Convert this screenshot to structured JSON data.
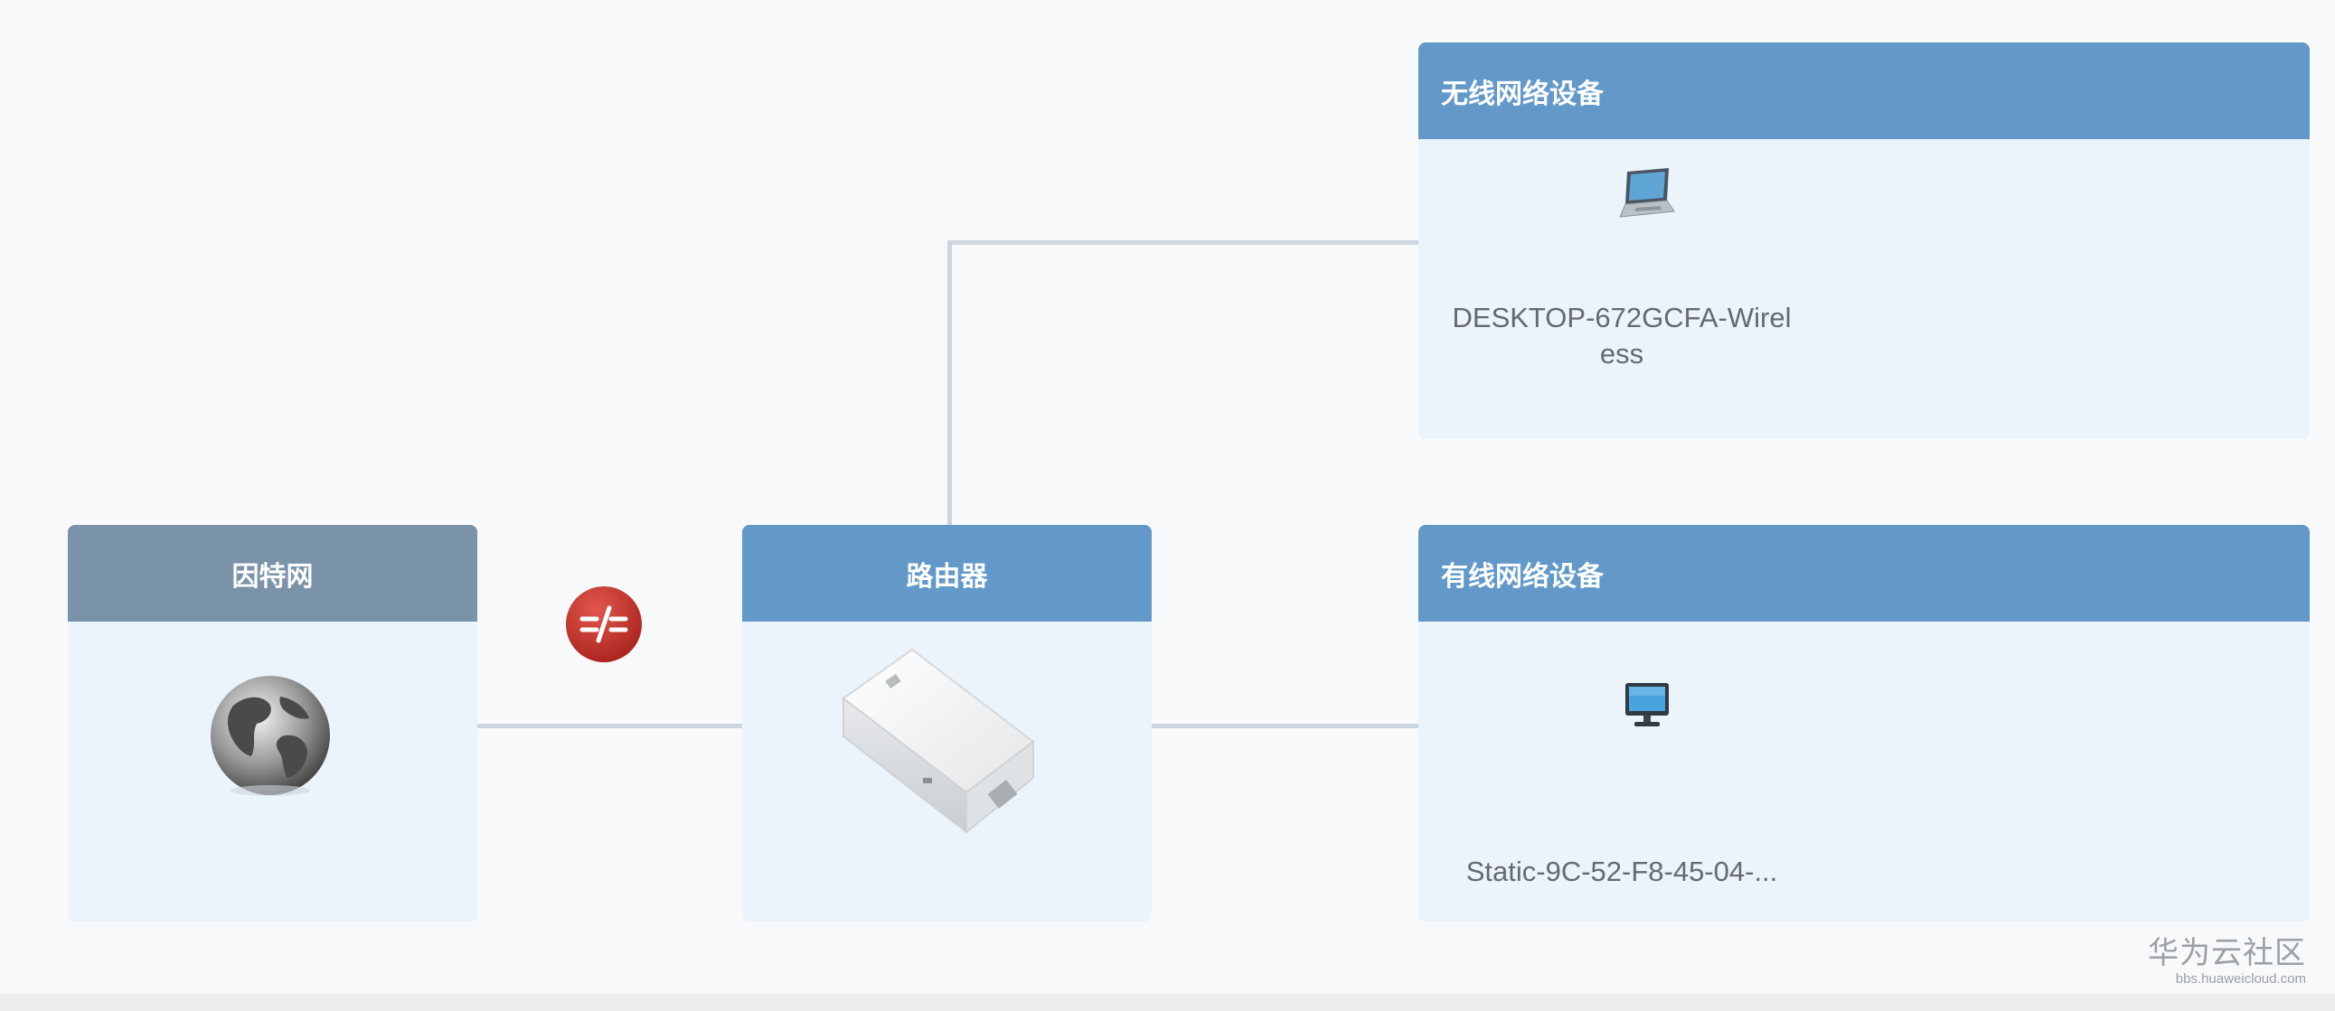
{
  "topology": {
    "internet": {
      "title": "因特网",
      "icon": "globe-icon",
      "status": "disconnected",
      "status_icon": "broken-link-icon"
    },
    "router": {
      "title": "路由器",
      "icon": "router-device-image"
    },
    "wireless": {
      "title": "无线网络设备",
      "devices": [
        {
          "name": "DESKTOP-672GCFA-Wireless",
          "name_line1": "DESKTOP-672GCFA-Wirel",
          "name_line2": "ess",
          "icon": "laptop-icon"
        }
      ]
    },
    "wired": {
      "title": "有线网络设备",
      "devices": [
        {
          "name": "Static-9C-52-F8-45-04-...",
          "icon": "desktop-monitor-icon"
        }
      ]
    }
  },
  "colors": {
    "header_blue": "#6399c9",
    "header_gray": "#7a93a8",
    "panel_bg": "#ebf3fb",
    "connector": "#cdd6de",
    "status_red": "#c0392b"
  },
  "watermark": {
    "main": "华为云社区",
    "sub": "bbs.huaweicloud.com"
  }
}
